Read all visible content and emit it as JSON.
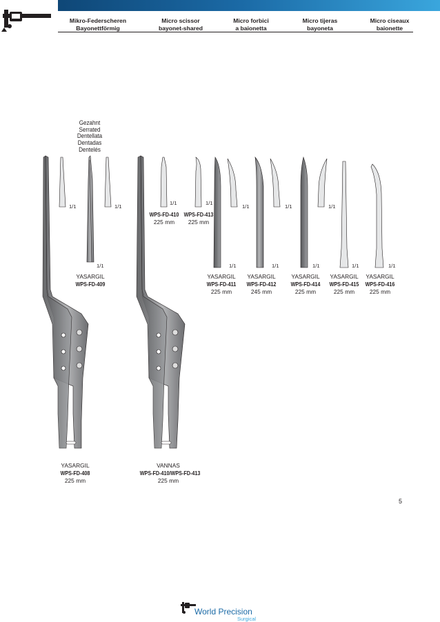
{
  "header": {
    "columns": [
      {
        "line1": "Mikro-Federscheren",
        "line2": "Bayonettförmig"
      },
      {
        "line1": "Micro scissor",
        "line2": "bayonet-shared"
      },
      {
        "line1": "Micro forbici",
        "line2": "a baionetta"
      },
      {
        "line1": "Micro tijeras",
        "line2": "bayoneta"
      },
      {
        "line1": "Micro ciseaux",
        "line2": "baionette"
      }
    ]
  },
  "serrated_note": [
    "Gezahnt",
    "Serrated",
    "Dentellata",
    "Dentadas",
    "Dentelés"
  ],
  "scale_label": "1/1",
  "products": {
    "fd409": {
      "name": "YASARGIL",
      "code": "WPS-FD-409"
    },
    "fd410": {
      "code": "WPS-FD-410",
      "size": "225 mm"
    },
    "fd413": {
      "code": "WPS-FD-413",
      "size": "225 mm"
    },
    "fd411": {
      "name": "YASARGIL",
      "code": "WPS-FD-411",
      "size": "225 mm"
    },
    "fd412": {
      "name": "YASARGIL",
      "code": "WPS-FD-412",
      "size": "245 mm"
    },
    "fd414": {
      "name": "YASARGIL",
      "code": "WPS-FD-414",
      "size": "225 mm"
    },
    "fd415": {
      "name": "YASARGIL",
      "code": "WPS-FD-415",
      "size": "225 mm"
    },
    "fd416": {
      "name": "YASARGIL",
      "code": "WPS-FD-416",
      "size": "225 mm"
    },
    "fd408": {
      "name": "YASARGIL",
      "code": "WPS-FD-408",
      "size": "225 mm"
    },
    "vannas": {
      "name": "VANNAS",
      "code": "WPS-FD-410/WPS-FD-413",
      "size": "225 mm"
    }
  },
  "page_number": "5",
  "footer": {
    "brand": "World Precision",
    "brand_sub": "Surgical"
  },
  "colors": {
    "header_dark": "#0b3c68",
    "header_light": "#3aa6dd",
    "instrument_grey": "#8a8a8a"
  }
}
